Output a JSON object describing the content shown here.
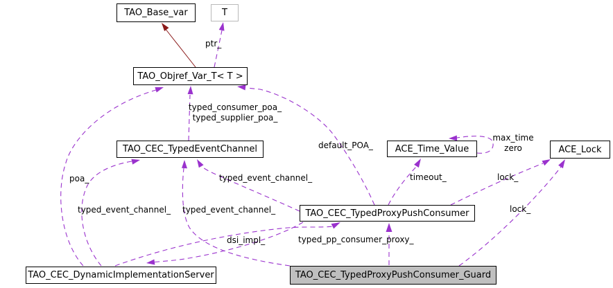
{
  "diagram": {
    "kind": "collaboration-graph",
    "colors": {
      "background": "#ffffff",
      "usage_edge": "#9a32cd",
      "inheritance_edge": "#8b1a1a",
      "node_border": "#000000",
      "template_node_border": "#b9b9b9",
      "node_fill": "#ffffff",
      "highlighted_node_fill": "#bfbfbf",
      "text": "#000000"
    },
    "nodes": [
      {
        "id": "tao-base-var",
        "label": "TAO_Base_var",
        "highlighted": false
      },
      {
        "id": "t",
        "label": "T",
        "highlighted": false,
        "template_param": true
      },
      {
        "id": "tao-objref-var-t",
        "label": "TAO_Objref_Var_T< T >",
        "highlighted": false
      },
      {
        "id": "tao-cec-typed-event-channel",
        "label": "TAO_CEC_TypedEventChannel",
        "highlighted": false
      },
      {
        "id": "ace-time-value",
        "label": "ACE_Time_Value",
        "highlighted": false
      },
      {
        "id": "ace-lock",
        "label": "ACE_Lock",
        "highlighted": false
      },
      {
        "id": "tao-cec-typed-proxy-push-consumer",
        "label": "TAO_CEC_TypedProxyPushConsumer",
        "highlighted": false
      },
      {
        "id": "tao-cec-dynamic-implementation-server",
        "label": "TAO_CEC_DynamicImplementationServer",
        "highlighted": false
      },
      {
        "id": "tao-cec-typed-proxy-push-consumer-guard",
        "label": "TAO_CEC_TypedProxyPushConsumer_Guard",
        "highlighted": true
      }
    ],
    "edges": [
      {
        "from": "TAO_Objref_Var_T< T >",
        "to": "TAO_Base_var",
        "kind": "inheritance",
        "label": ""
      },
      {
        "from": "TAO_Objref_Var_T< T >",
        "to": "T",
        "kind": "usage",
        "label": "ptr_"
      },
      {
        "from": "TAO_CEC_TypedEventChannel",
        "to": "TAO_Objref_Var_T< T >",
        "kind": "usage",
        "label": "typed_consumer_poa_\ntyped_supplier_poa_"
      },
      {
        "from": "TAO_CEC_DynamicImplementationServer",
        "to": "TAO_Objref_Var_T< T >",
        "kind": "usage",
        "label": "poa_"
      },
      {
        "from": "TAO_CEC_DynamicImplementationServer",
        "to": "TAO_CEC_TypedEventChannel",
        "kind": "usage",
        "label": "typed_event_channel_"
      },
      {
        "from": "TAO_CEC_TypedProxyPushConsumer",
        "to": "TAO_CEC_TypedEventChannel",
        "kind": "usage",
        "label": "typed_event_channel_"
      },
      {
        "from": "TAO_CEC_TypedProxyPushConsumer_Guard",
        "to": "TAO_CEC_TypedEventChannel",
        "kind": "usage",
        "label": "typed_event_channel_"
      },
      {
        "from": "TAO_CEC_TypedProxyPushConsumer",
        "to": "ACE_Time_Value",
        "kind": "usage",
        "label": "timeout_"
      },
      {
        "from": "ACE_Time_Value",
        "to": "ACE_Time_Value",
        "kind": "usage",
        "label": "max_time\nzero"
      },
      {
        "from": "TAO_CEC_TypedProxyPushConsumer",
        "to": "ACE_Lock",
        "kind": "usage",
        "label": "lock_"
      },
      {
        "from": "TAO_CEC_TypedProxyPushConsumer_Guard",
        "to": "ACE_Lock",
        "kind": "usage",
        "label": "lock_"
      },
      {
        "from": "TAO_CEC_TypedProxyPushConsumer",
        "to": "TAO_Objref_Var_T< T >",
        "kind": "usage",
        "label": "default_POA_"
      },
      {
        "from": "TAO_CEC_TypedProxyPushConsumer",
        "to": "TAO_CEC_DynamicImplementationServer",
        "kind": "usage",
        "label": "dsi_impl_"
      },
      {
        "from": "TAO_CEC_DynamicImplementationServer",
        "to": "TAO_CEC_TypedProxyPushConsumer",
        "kind": "usage",
        "label": "typed_pp_consumer_proxy_"
      },
      {
        "from": "TAO_CEC_TypedProxyPushConsumer_Guard",
        "to": "TAO_CEC_TypedProxyPushConsumer",
        "kind": "usage",
        "label": ""
      }
    ]
  }
}
